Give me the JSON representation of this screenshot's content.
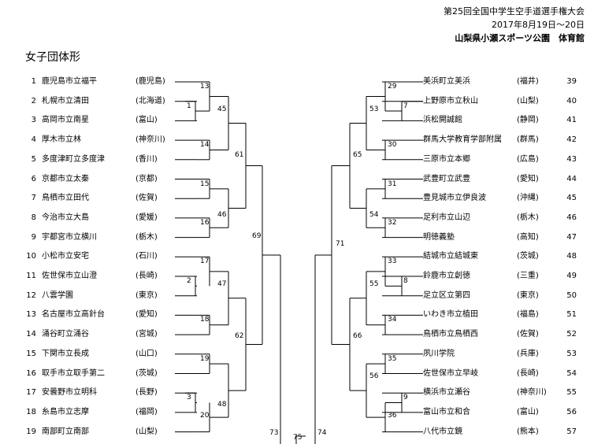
{
  "header": {
    "line1": "第25回全国中学生空手道選手権大会",
    "line2": "2017年8月19日～20日",
    "line3": "山梨県小瀬スポーツ公園　体育館"
  },
  "title": "女子団体形",
  "left_teams": [
    {
      "num": "1",
      "name": "鹿児島市立福平",
      "pref": "(鹿児島)"
    },
    {
      "num": "2",
      "name": "札幌市立清田",
      "pref": "(北海道)"
    },
    {
      "num": "3",
      "name": "高岡市立南星",
      "pref": "(富山)"
    },
    {
      "num": "4",
      "name": "厚木市立林",
      "pref": "(神奈川)"
    },
    {
      "num": "5",
      "name": "多度津町立多度津",
      "pref": "(香川)"
    },
    {
      "num": "6",
      "name": "京都市立太秦",
      "pref": "(京都)"
    },
    {
      "num": "7",
      "name": "鳥栖市立田代",
      "pref": "(佐賀)"
    },
    {
      "num": "8",
      "name": "今治市立大島",
      "pref": "(愛媛)"
    },
    {
      "num": "9",
      "name": "宇都宮市立横川",
      "pref": "(栃木)"
    },
    {
      "num": "10",
      "name": "小松市立安宅",
      "pref": "(石川)"
    },
    {
      "num": "11",
      "name": "佐世保市立山澄",
      "pref": "(長崎)"
    },
    {
      "num": "12",
      "name": "八雲学園",
      "pref": "(東京)"
    },
    {
      "num": "13",
      "name": "名古屋市立高針台",
      "pref": "(愛知)"
    },
    {
      "num": "14",
      "name": "涌谷町立涌谷",
      "pref": "(宮城)"
    },
    {
      "num": "15",
      "name": "下関市立長成",
      "pref": "(山口)"
    },
    {
      "num": "16",
      "name": "取手市立取手第二",
      "pref": "(茨城)"
    },
    {
      "num": "17",
      "name": "安曇野市立明科",
      "pref": "(長野)"
    },
    {
      "num": "18",
      "name": "糸島市立志摩",
      "pref": "(福岡)"
    },
    {
      "num": "19",
      "name": "南部町立南部",
      "pref": "(山梨)"
    }
  ],
  "right_teams": [
    {
      "num": "39",
      "name": "美浜町立美浜",
      "pref": "(福井)"
    },
    {
      "num": "40",
      "name": "上野原市立秋山",
      "pref": "(山梨)"
    },
    {
      "num": "41",
      "name": "浜松開誠館",
      "pref": "(静岡)"
    },
    {
      "num": "42",
      "name": "群馬大学教育学部附属",
      "pref": "(群馬)"
    },
    {
      "num": "43",
      "name": "三原市立本郷",
      "pref": "(広島)"
    },
    {
      "num": "44",
      "name": "武豊町立武豊",
      "pref": "(愛知)"
    },
    {
      "num": "45",
      "name": "豊見城市立伊良波",
      "pref": "(沖縄)"
    },
    {
      "num": "46",
      "name": "足利市立山辺",
      "pref": "(栃木)"
    },
    {
      "num": "47",
      "name": "明徳義塾",
      "pref": "(高知)"
    },
    {
      "num": "48",
      "name": "結城市立結城東",
      "pref": "(茨城)"
    },
    {
      "num": "49",
      "name": "鈴鹿市立創徳",
      "pref": "(三重)"
    },
    {
      "num": "50",
      "name": "足立区立第四",
      "pref": "(東京)"
    },
    {
      "num": "51",
      "name": "いわき市立植田",
      "pref": "(福島)"
    },
    {
      "num": "52",
      "name": "鳥栖市立鳥栖西",
      "pref": "(佐賀)"
    },
    {
      "num": "53",
      "name": "夙川学院",
      "pref": "(兵庫)"
    },
    {
      "num": "54",
      "name": "佐世保市立早岐",
      "pref": "(長崎)"
    },
    {
      "num": "55",
      "name": "横浜市立瀬谷",
      "pref": "(神奈川)"
    },
    {
      "num": "56",
      "name": "富山市立和合",
      "pref": "(富山)"
    },
    {
      "num": "57",
      "name": "八代市立鏡",
      "pref": "(熊本)"
    }
  ],
  "match_numbers": [
    "1",
    "2",
    "3",
    "7",
    "8",
    "9",
    "13",
    "14",
    "15",
    "16",
    "17",
    "18",
    "19",
    "20",
    "29",
    "30",
    "31",
    "32",
    "33",
    "34",
    "35",
    "36",
    "45",
    "46",
    "47",
    "48",
    "53",
    "54",
    "55",
    "56",
    "61",
    "62",
    "65",
    "66",
    "69",
    "71",
    "73",
    "74",
    "75"
  ]
}
